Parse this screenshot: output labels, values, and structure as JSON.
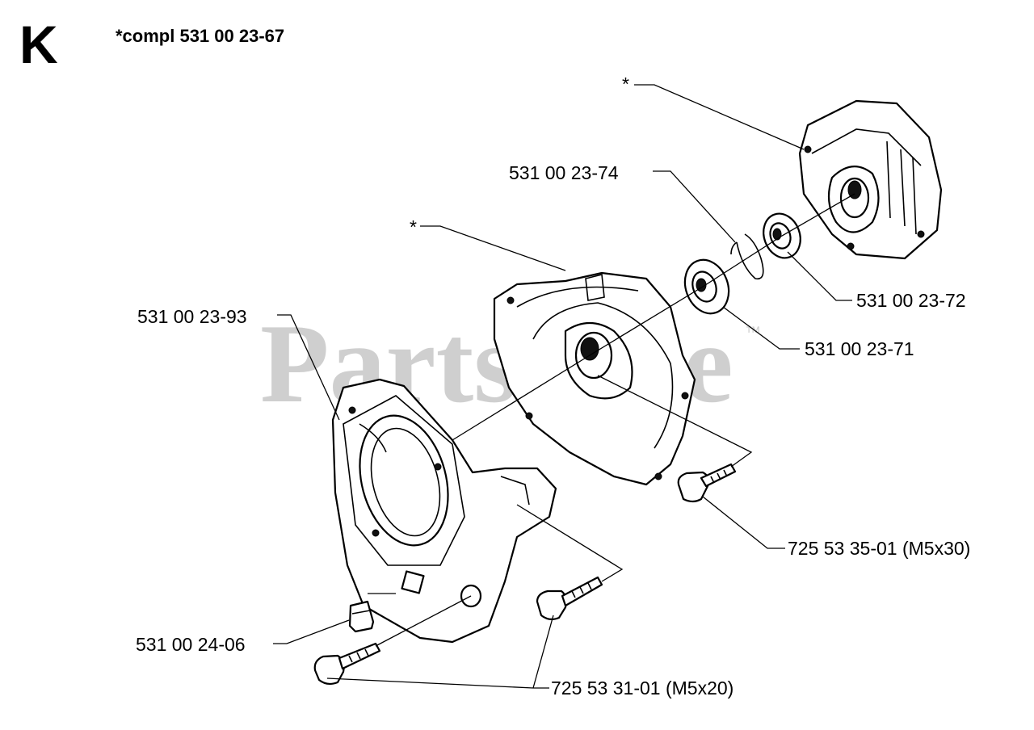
{
  "section_letter": "K",
  "header_note": "*compl 531 00 23-67",
  "watermark": "PartsTree",
  "watermark_tm": "™",
  "callouts": {
    "crankcase_right": "*",
    "crankcase_left": "*",
    "circlip": "531 00 23-74",
    "bearing_small": "531 00 23-72",
    "bearing_large": "531 00 23-71",
    "fan_housing": "531 00 23-93",
    "screw_m5x30": "725 53 35-01 (M5x30)",
    "cover_clip": "531 00 24-06",
    "screw_m5x20": "725 53 31-01 (M5x20)"
  }
}
